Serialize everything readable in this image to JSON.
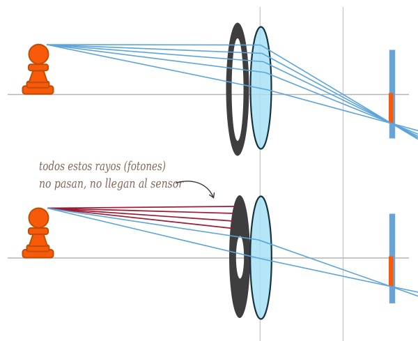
{
  "annotation": {
    "line1": "todos estos rayos (fotones)",
    "line2": "no pasan, no llegan al sensor"
  },
  "figure": {
    "top_panel": {
      "rays_passing_through_lens": 5,
      "rays_blocked": 0
    },
    "bottom_panel": {
      "rays_blocked_by_aperture": 4,
      "rays_passing_through_lens": 2
    }
  },
  "colors": {
    "background": "#ffffff",
    "guide_v": "#c8c8c8",
    "guide_h": "#b4b4b4",
    "pawn": "#f85a0a",
    "pawn_stroke": "#bf4e05",
    "aperture": "#3e3e3e",
    "lens_fill": "#a5e0f6",
    "lens_stroke": "#16323e",
    "sensor_bar": "#67a5d8",
    "sensor_active": "#f85a0a",
    "ray_blue": "#5ca4dc",
    "ray_red": "#9e1b33",
    "annotation_text": "#84675b",
    "arrow": "#41332c"
  }
}
